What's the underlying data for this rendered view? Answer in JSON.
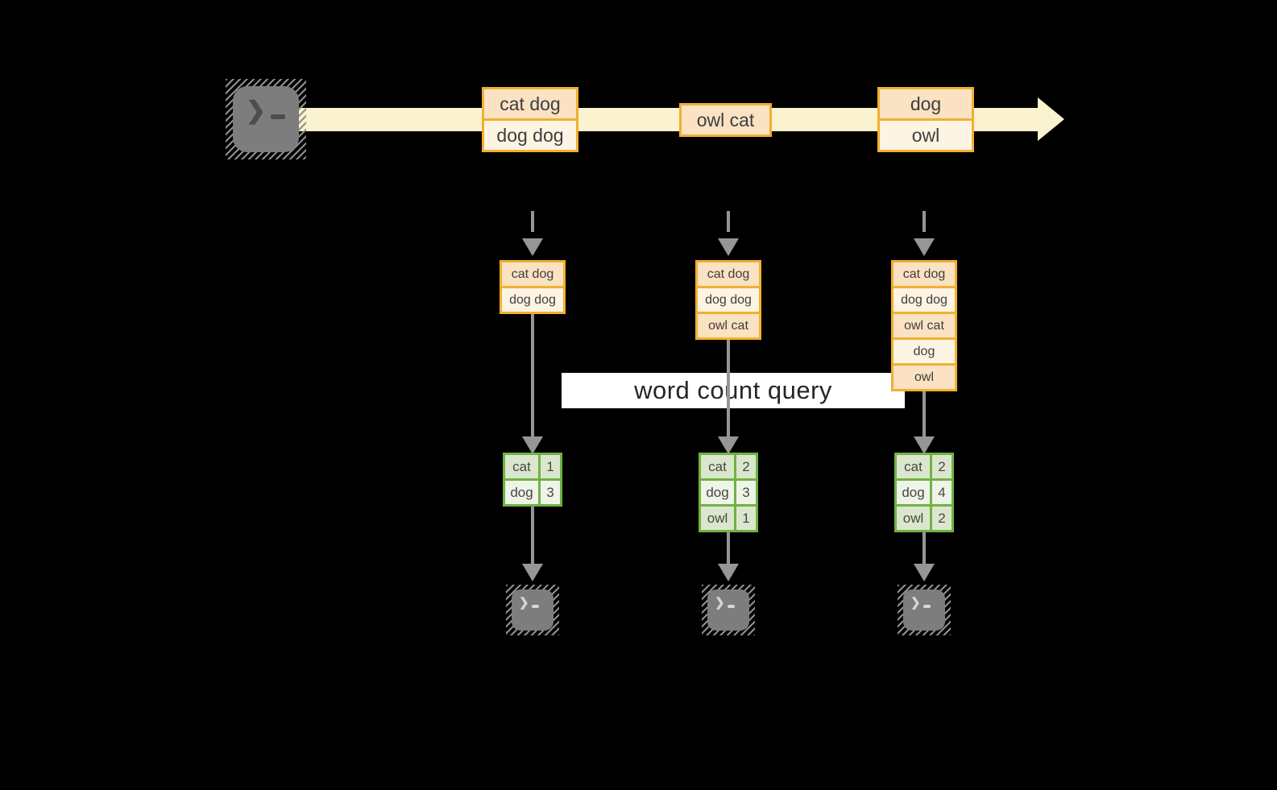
{
  "title_banner": {
    "label": "word count query"
  },
  "icons": {
    "terminal_prompt_chevron": "❯"
  },
  "colors": {
    "background": "#000000",
    "stream_band": "#fbf2cf",
    "amber_border": "#f1b02f",
    "peach_dark": "#fae2c3",
    "peach_light": "#fdf4e4",
    "green_border": "#70b244",
    "sage_dark": "#dbe7cd",
    "sage_light": "#eef4e8",
    "arrow_gray": "#969696",
    "terminal_gray": "#7d7d7d"
  },
  "stream_batches": [
    {
      "lines": [
        "cat dog",
        "dog dog"
      ]
    },
    {
      "lines": [
        "owl cat"
      ]
    },
    {
      "lines": [
        "dog",
        "owl"
      ]
    }
  ],
  "columns": [
    {
      "snapshot": [
        "cat dog",
        "dog dog"
      ],
      "counts": [
        [
          "cat",
          "1"
        ],
        [
          "dog",
          "3"
        ]
      ]
    },
    {
      "snapshot": [
        "cat dog",
        "dog dog",
        "owl cat"
      ],
      "counts": [
        [
          "cat",
          "2"
        ],
        [
          "dog",
          "3"
        ],
        [
          "owl",
          "1"
        ]
      ]
    },
    {
      "snapshot": [
        "cat dog",
        "dog dog",
        "owl cat",
        "dog",
        "owl"
      ],
      "counts": [
        [
          "cat",
          "2"
        ],
        [
          "dog",
          "4"
        ],
        [
          "owl",
          "2"
        ]
      ]
    }
  ]
}
